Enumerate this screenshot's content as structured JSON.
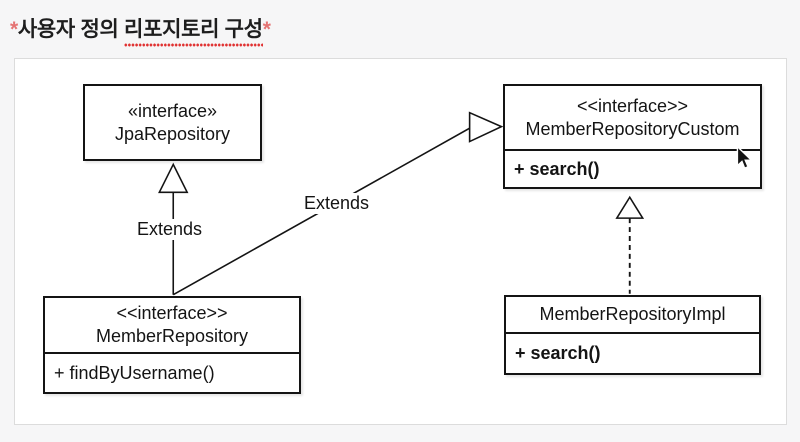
{
  "page": {
    "background": "#f6f6f7"
  },
  "title": {
    "prefix_mark": "*",
    "plain": "사용자 정의 ",
    "underlined": "리포지토리 구성",
    "suffix_mark": "*",
    "mark_color": "#e57373",
    "underline_color": "#e03131"
  },
  "diagram": {
    "panel_background": "#ffffff",
    "panel_border_color": "#dcdcdc",
    "line_color": "#141414",
    "nodes": [
      {
        "stereotype": "«interface»",
        "name": "JpaRepository",
        "methods": []
      },
      {
        "stereotype": "<<interface>>",
        "name": "MemberRepositoryCustom",
        "methods": [
          "+ search()"
        ]
      },
      {
        "stereotype": "<<interface>>",
        "name": "MemberRepository",
        "methods": [
          "+ findByUsername()"
        ]
      },
      {
        "stereotype": "",
        "name": "MemberRepositoryImpl",
        "methods": [
          "+ search()"
        ]
      }
    ],
    "edges": [
      {
        "from": "MemberRepository",
        "to": "JpaRepository",
        "label": "Extends",
        "style": "solid",
        "arrow": "hollow-triangle"
      },
      {
        "from": "MemberRepository",
        "to": "MemberRepositoryCustom",
        "label": "Extends",
        "style": "solid",
        "arrow": "hollow-triangle"
      },
      {
        "from": "MemberRepositoryImpl",
        "to": "MemberRepositoryCustom",
        "label": "",
        "style": "dashed",
        "arrow": "hollow-triangle"
      }
    ],
    "icons": {
      "cursor": "mouse-pointer"
    }
  }
}
